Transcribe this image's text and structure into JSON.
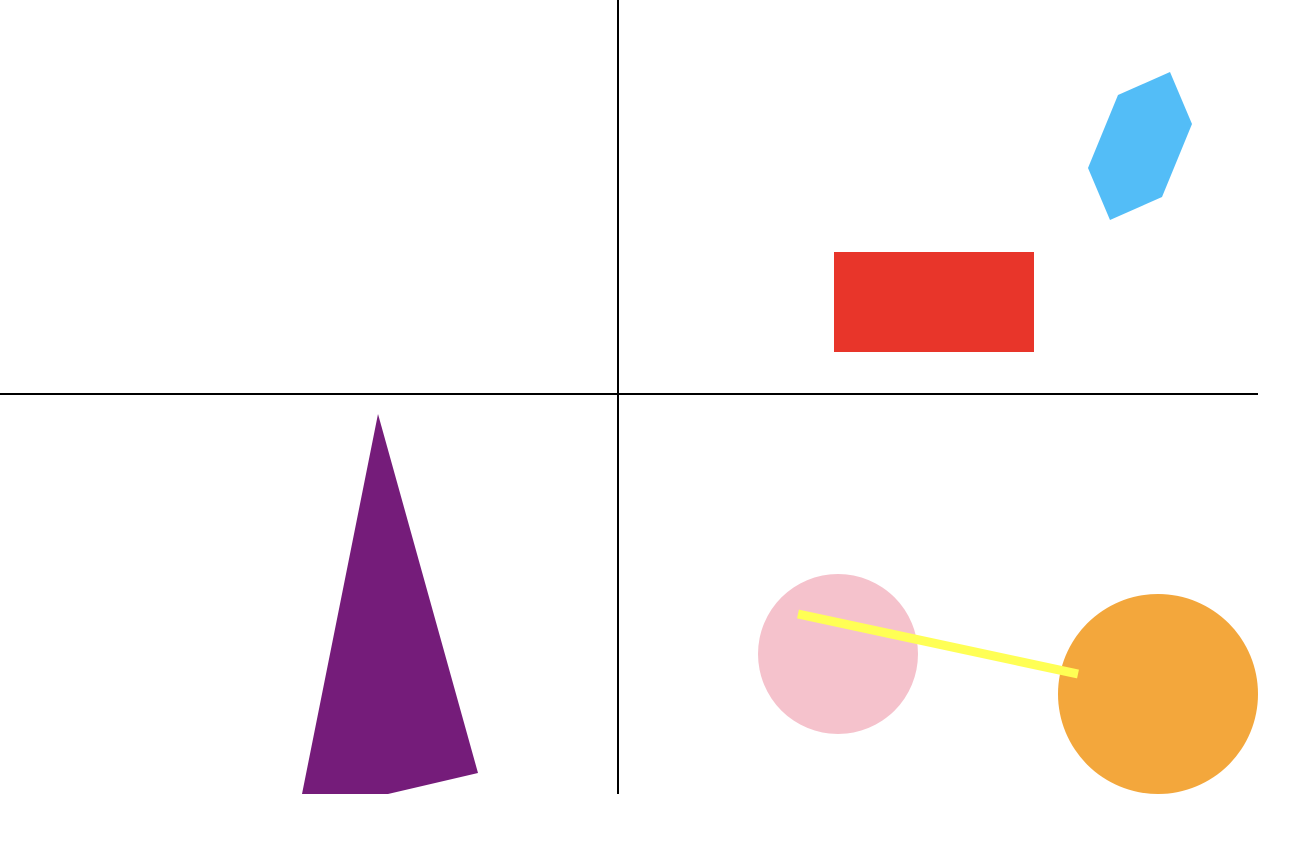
{
  "layout": {
    "quadrant_count": 4,
    "divider_color": "#000000"
  },
  "shapes": [
    {
      "name": "red-rectangle",
      "type": "rectangle",
      "color": "#E8352A",
      "quadrant": "top-right"
    },
    {
      "name": "blue-hexagon",
      "type": "hexagon",
      "color": "#53BDF7",
      "quadrant": "top-right"
    },
    {
      "name": "purple-triangle",
      "type": "triangle",
      "color": "#751C7A",
      "quadrant": "bottom-left"
    },
    {
      "name": "pink-circle",
      "type": "circle",
      "color": "#F5C2CC",
      "quadrant": "bottom-right"
    },
    {
      "name": "orange-circle",
      "type": "circle",
      "color": "#F3A73C",
      "quadrant": "bottom-right"
    },
    {
      "name": "yellow-line",
      "type": "line",
      "color": "#FFFF55",
      "quadrant": "bottom-right"
    }
  ]
}
